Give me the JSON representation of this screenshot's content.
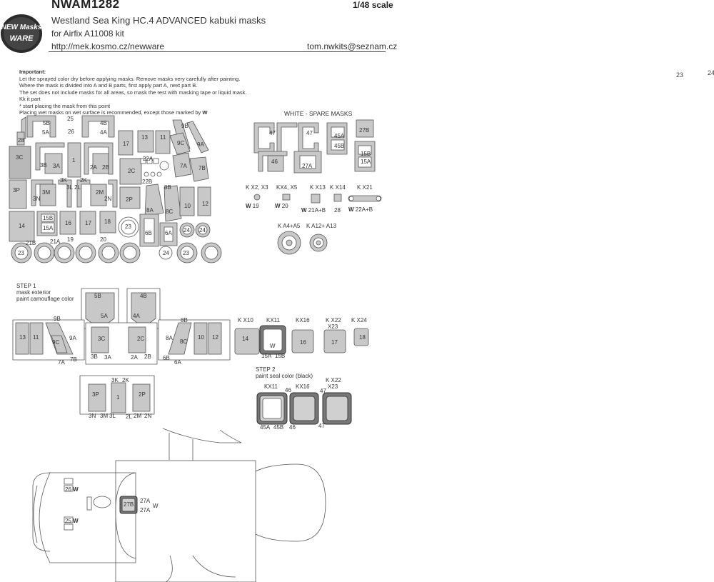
{
  "header": {
    "title": "NWAM1282",
    "scale": "1/48 scale",
    "subtitle": "Westland Sea King HC.4 ADVANCED kabuki masks",
    "kit": "for Airfix A11008 kit",
    "url": "http://mek.kosmo.cz/newware",
    "email": "tom.nwkits@seznam.cz",
    "logo_top": "NEW Masks",
    "logo_bottom": "WARE"
  },
  "page_numbers": [
    "23",
    "24"
  ],
  "notes": {
    "heading": "Important:",
    "lines": [
      "Let the sprayed color dry before applying masks. Remove masks very carefully after painting.",
      "Where the mask is divided into A and B parts, first apply part A, next part B.",
      "The set does not include masks for all areas, so mask the rest with masking tape or liquid mask.",
      "Kk it part",
      "* start placing the mask from this point",
      "Placing wet masks on wet surface is recommended, except those marked by"
    ],
    "wet_symbol": "W"
  },
  "spare": {
    "title": "WHITE - SPARE MASKS",
    "labels": [
      "47",
      "47",
      "46",
      "27A",
      "45A",
      "45B",
      "27B",
      "15B",
      "15A"
    ]
  },
  "kx_small": [
    {
      "title": "K X2, X3",
      "note": "19"
    },
    {
      "title": "KX4, X5",
      "note": "20"
    },
    {
      "title": "K X13",
      "note": "21A+B"
    },
    {
      "title": "K X14",
      "note": "28"
    },
    {
      "title": "K X21",
      "note": "22A+B"
    }
  ],
  "kx_wheels": [
    {
      "title": "K A4+A5"
    },
    {
      "title": "K A12+ A13"
    }
  ],
  "sheet_labels": [
    "5B",
    "5A",
    "25",
    "26",
    "4B",
    "4A",
    "28",
    "3C",
    "3B",
    "3A",
    "1",
    "2A",
    "2B",
    "2C",
    "13",
    "11",
    "9B",
    "9C",
    "9A",
    "17",
    "22A",
    "22B",
    "7A",
    "7B",
    "3P",
    "3M",
    "3N",
    "3K",
    "3L",
    "2K",
    "2L",
    "2M",
    "2N",
    "2P",
    "8B",
    "10",
    "12",
    "8A",
    "8C",
    "14",
    "15B",
    "15A",
    "16",
    "17",
    "18",
    "21B",
    "21A",
    "19",
    "20",
    "23",
    "6B",
    "6A",
    "24",
    "24",
    "23",
    "23",
    "24"
  ],
  "step1": {
    "title": "STEP 1",
    "line1": "mask exterior",
    "line2": "paint camouflage color",
    "labels": [
      "5B",
      "5A",
      "4B",
      "4A",
      "9B",
      "8B",
      "13",
      "11",
      "9C",
      "9A",
      "7B",
      "7A",
      "3C",
      "3B",
      "3A",
      "2C",
      "2A",
      "2B",
      "8A",
      "8C",
      "6B",
      "6A",
      "10",
      "12",
      "3K",
      "2K",
      "3P",
      "1",
      "2P",
      "3N",
      "3M",
      "3L",
      "2L",
      "2M",
      "2N"
    ]
  },
  "kx_row": [
    {
      "title": "K X10",
      "part": "14"
    },
    {
      "title": "KX11",
      "part": "",
      "sub": [
        "15A",
        "15B"
      ]
    },
    {
      "title": "KX16",
      "part": "16"
    },
    {
      "title": "K X22",
      "title2": "X23",
      "part": "17"
    },
    {
      "title": "K X24",
      "part": "18"
    }
  ],
  "step2": {
    "title": "STEP 2",
    "line1": "paint seal color (black)",
    "items": [
      {
        "title": "KX11",
        "labels": [
          "45A",
          "45B"
        ]
      },
      {
        "title": "KX16",
        "labels": [
          "46",
          "46"
        ]
      },
      {
        "title": "K X22",
        "title2": "X23",
        "labels": [
          "47",
          "47"
        ]
      }
    ]
  },
  "fuselage": {
    "labels": [
      "26",
      "25",
      "27B",
      "27A",
      "27A"
    ]
  }
}
